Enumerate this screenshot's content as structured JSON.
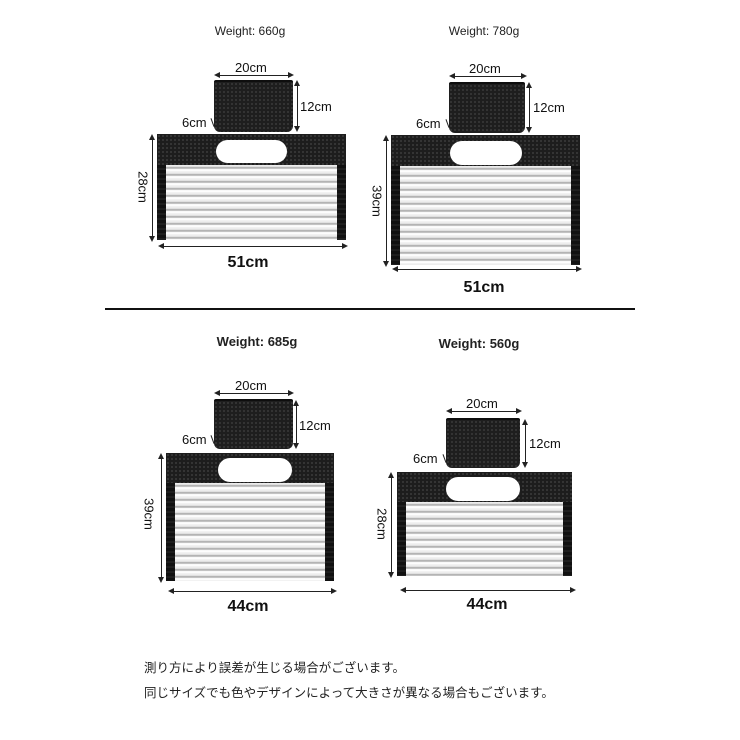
{
  "panels": [
    {
      "id": "panel-1",
      "weight_label": "Weight: 660g",
      "bin": {
        "width_label": "20cm",
        "height_label": "12cm",
        "depth_label": "6cm"
      },
      "board": {
        "width_label": "51cm",
        "height_label": "28cm"
      }
    },
    {
      "id": "panel-2",
      "weight_label": "Weight: 780g",
      "bin": {
        "width_label": "20cm",
        "height_label": "12cm",
        "depth_label": "6cm"
      },
      "board": {
        "width_label": "51cm",
        "height_label": "39cm"
      }
    },
    {
      "id": "panel-3",
      "weight_label": "Weight: 685g",
      "bin": {
        "width_label": "20cm",
        "height_label": "12cm",
        "depth_label": "6cm"
      },
      "board": {
        "width_label": "44cm",
        "height_label": "39cm"
      }
    },
    {
      "id": "panel-4",
      "weight_label": "Weight: 560g",
      "bin": {
        "width_label": "20cm",
        "height_label": "12cm",
        "depth_label": "6cm"
      },
      "board": {
        "width_label": "44cm",
        "height_label": "28cm"
      }
    }
  ],
  "notes": [
    "測り方により誤差が生じる場合がございます。",
    "同じサイズでも色やデザインによって大きさが異なる場合もございます。"
  ],
  "colors": {
    "product_black": "#1e1e1e",
    "rail_silver": "#d9d9d9",
    "text": "#222222"
  }
}
